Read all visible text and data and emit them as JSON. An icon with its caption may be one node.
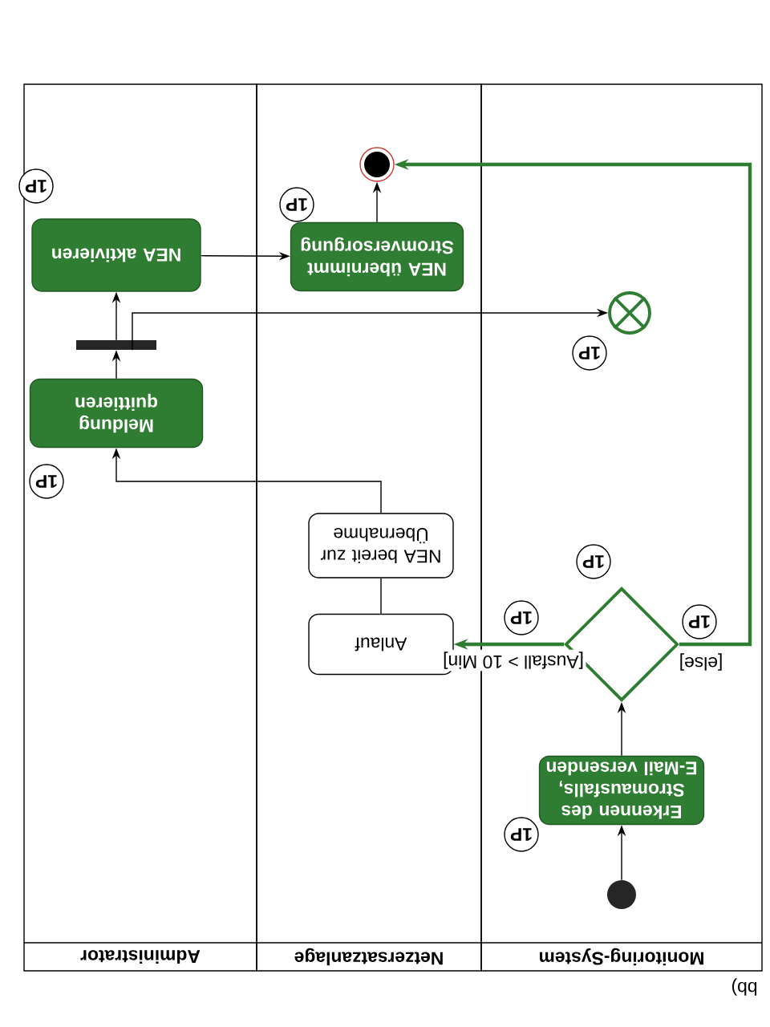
{
  "diagram": {
    "nodes": [
      {
        "text": [
          "Monitoring-System"
        ]
      },
      {
        "text": [
          "Netzersatzanlage"
        ]
      },
      {
        "text": [
          "Administrator"
        ]
      },
      {
        "text": [],
        "shape": "circle",
        "in": 1
      },
      {
        "text": [
          "Erkennen des Stromausfalls, E-Mail versenden"
        ],
        "in": 0
      },
      {
        "text": [],
        "shape": "diamond",
        "in": 0
      },
      {
        "text": [
          "Anlauf"
        ],
        "in": 1
      },
      {
        "text": [
          "NEA bereit zur Übernahme"
        ],
        "in": 1
      },
      {
        "text": [
          "Meldung quittieren"
        ],
        "in": 2
      },
      {
        "text": [],
        "shape": "bar",
        "in": 2
      },
      {
        "text": [
          "NEA aktivieren"
        ],
        "in": 2
      },
      {
        "text": [
          "NEA übernimmt Stromversorgung"
        ],
        "in": 1
      },
      {
        "text": [],
        "shape": "circle",
        "in": 0
      },
      {
        "text": [],
        "shape": "circle",
        "in": 0
      },
      {
        "text": [
          "1P"
        ],
        "in": 0
      },
      {
        "text": [
          "1P"
        ],
        "in": 0
      },
      {
        "text": [
          "1P"
        ],
        "in": 0
      },
      {
        "text": [
          "1P"
        ],
        "in": 0
      },
      {
        "text": [
          "1P"
        ],
        "in": 2
      },
      {
        "text": [
          "1P"
        ],
        "in": 0
      },
      {
        "text": [
          "1P"
        ],
        "in": 1
      },
      {
        "text": [
          "1P"
        ]
      }
    ],
    "edges": [
      {
        "from": 13,
        "to": 4,
        "arrow": "to"
      },
      {
        "from": 4,
        "to": 5,
        "arrow": "to"
      },
      {
        "from": 5,
        "to": 6,
        "arrow": "to",
        "label": "[Ausfall > 10 Min]",
        "style": "thick",
        "color": "#2e7d32"
      },
      {
        "from": 5,
        "to": 3,
        "arrow": "to",
        "label": "[else]",
        "style": "thick",
        "color": "#2e7d32"
      },
      {
        "from": 6,
        "to": 7,
        "arrow": "none"
      },
      {
        "from": 7,
        "to": 8,
        "arrow": "to"
      },
      {
        "from": 8,
        "to": 9,
        "arrow": "to"
      },
      {
        "from": 9,
        "to": 10,
        "arrow": "to"
      },
      {
        "from": 9,
        "to": 12,
        "arrow": "to"
      },
      {
        "from": 10,
        "to": 11,
        "arrow": "to"
      },
      {
        "from": 11,
        "to": 3,
        "arrow": "to"
      }
    ],
    "labels": [
      "bb)"
    ]
  }
}
